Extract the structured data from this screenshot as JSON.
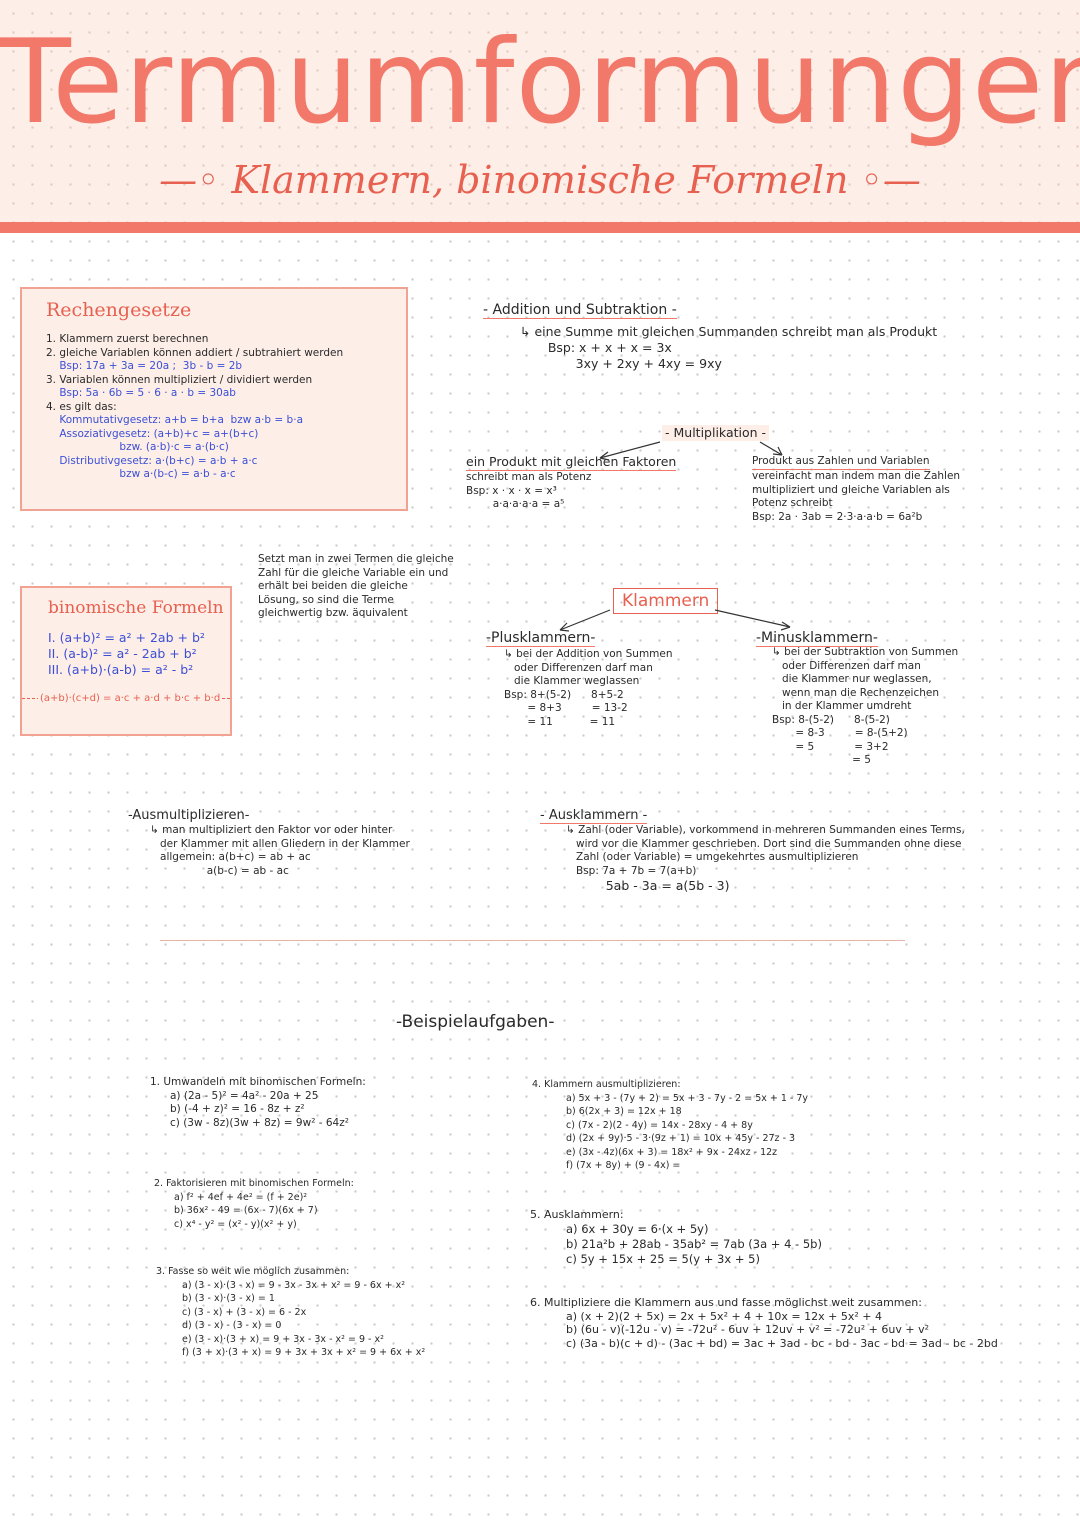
{
  "header": {
    "title": "Termumformungen",
    "subtitle": "—◦ Klammern, binomische Formeln ◦—"
  },
  "rechengesetze": {
    "title": "Rechengesetze",
    "lines": [
      "1. Klammern zuerst berechnen",
      "2. gleiche Variablen können addiert / subtrahiert werden",
      "    Bsp: 17a + 3a = 20a ;  3b - b = 2b",
      "3. Variablen können multipliziert / dividiert werden",
      "    Bsp: 5a · 6b = 5 · 6 · a · b = 30ab",
      "4. es gilt das:",
      "    Kommutativgesetz: a+b = b+a  bzw a·b = b·a",
      "    Assoziativgesetz: (a+b)+c = a+(b+c)",
      "                      bzw. (a·b)·c = a·(b·c)",
      "    Distributivgesetz: a·(b+c) = a·b + a·c",
      "                      bzw a·(b-c) = a·b - a·c"
    ]
  },
  "binomische": {
    "title": "binomische Formeln",
    "lines": [
      "I. (a+b)² = a² + 2ab + b²",
      "II. (a-b)² = a² - 2ab + b²",
      "III. (a+b)·(a-b) = a² - b²"
    ],
    "extra": "(a+b)·(c+d) = a·c + a·d + b·c + b·d"
  },
  "aequivalenz": {
    "lines": [
      "Setzt man in zwei Termen die gleiche",
      "Zahl für die gleiche Variable ein und",
      "erhält bei beiden die gleiche",
      "Lösung, so sind die Terme",
      "gleichwertig bzw. äquivalent"
    ]
  },
  "addition": {
    "heading": "- Addition und Subtraktion -",
    "lines": [
      "↳ eine Summe mit gleichen Summanden schreibt man als Produkt",
      "       Bsp: x + x + x = 3x",
      "              3xy + 2xy + 4xy = 9xy"
    ]
  },
  "multiplikation": {
    "heading": "- Multiplikation -",
    "left_heading": "ein Produkt mit gleichen Faktoren",
    "left_lines": [
      "schreibt man als Potenz",
      "Bsp: x · x · x = x³",
      "        a·a·a·a·a = a⁵"
    ],
    "right_heading": "Produkt aus Zahlen und Variablen",
    "right_lines": [
      "vereinfacht man indem man die Zahlen",
      "multipliziert und gleiche Variablen als",
      "Potenz schreibt",
      "Bsp: 2a · 3ab = 2·3·a·a·b = 6a²b"
    ]
  },
  "klammern": {
    "label": "Klammern",
    "plus_heading": "-Plusklammern-",
    "plus_lines": [
      "↳ bei der Addition von Summen",
      "   oder Differenzen darf man",
      "   die Klammer weglassen",
      "Bsp: 8+(5-2)      8+5-2",
      "       = 8+3         = 13-2",
      "       = 11           = 11"
    ],
    "minus_heading": "-Minusklammern-",
    "minus_lines": [
      "↳ bei der Subtraktion von Summen",
      "   oder Differenzen darf man",
      "   die Klammer nur weglassen,",
      "   wenn man die Rechenzeichen",
      "   in der Klammer umdreht",
      "Bsp: 8-(5-2)      8-(5-2)",
      "       = 8-3         = 8-(5+2)",
      "       = 5            = 3+2",
      "                        = 5"
    ]
  },
  "ausmultiplizieren": {
    "heading": "-Ausmultiplizieren-",
    "lines": [
      "↳ man multipliziert den Faktor vor oder hinter",
      "   der Klammer mit allen Gliedern in der Klammer",
      "   allgemein: a(b+c) = ab + ac",
      "                 a(b-c) = ab - ac"
    ]
  },
  "ausklammern": {
    "heading": "- Ausklammern -",
    "lines": [
      "↳ Zahl (oder Variable), vorkommend in mehreren Summanden eines Terms,",
      "   wird vor die Klammer geschrieben. Dort sind die Summanden ohne diese",
      "   Zahl (oder Variable) = umgekehrtes ausmultiplizieren",
      "   Bsp: 7a + 7b = 7(a+b)",
      "          5ab - 3a = a(5b - 3)"
    ]
  },
  "beispiel": {
    "heading": "-Beispielaufgaben-",
    "a1_title": "1. Umwandeln mit binomischen Formeln:",
    "a1": [
      "a) (2a - 5)² = 4a² - 20a + 25",
      "b) (-4 + z)² = 16 - 8z + z²",
      "c) (3w - 8z)(3w + 8z) = 9w² - 64z²"
    ],
    "a2_title": "2. Faktorisieren mit binomischen Formeln:",
    "a2": [
      "a) f² + 4ef + 4e² = (f + 2e)²",
      "b) 36x² - 49 = (6x - 7)(6x + 7)",
      "c) x⁴ - y² = (x² - y)(x² + y)"
    ],
    "a3_title": "3. Fasse so weit wie möglich zusammen:",
    "a3": [
      "a) (3 - x)·(3 - x) = 9 - 3x - 3x + x² = 9 - 6x + x²",
      "b) (3 - x)·(3 - x) = 1",
      "c) (3 - x) + (3 - x) = 6 - 2x",
      "d) (3 - x) - (3 - x) = 0",
      "e) (3 - x)·(3 + x) = 9 + 3x - 3x - x² = 9 - x²",
      "f) (3 + x)·(3 + x) = 9 + 3x + 3x + x² = 9 + 6x + x²"
    ],
    "a4_title": "4. Klammern ausmultiplizieren:",
    "a4": [
      "a) 5x + 3 - (7y + 2) = 5x + 3 - 7y - 2 = 5x + 1 - 7y",
      "b) 6(2x + 3) = 12x + 18",
      "c) (7x - 2)(2 - 4y) = 14x - 28xy - 4 + 8y",
      "d) (2x + 9y)·5 - 3·(9z + 1) = 10x + 45y - 27z - 3",
      "e) (3x - 4z)(6x + 3) = 18x² + 9x - 24xz - 12z",
      "f) (7x + 8y) + (9 - 4x) ="
    ],
    "a5_title": "5. Ausklammern:",
    "a5": [
      "a) 6x + 30y = 6·(x + 5y)",
      "b) 21a²b + 28ab - 35ab² = 7ab (3a + 4 - 5b)",
      "c) 5y + 15x + 25 = 5(y + 3x + 5)"
    ],
    "a6_title": "6. Multipliziere die Klammern aus und fasse möglichst weit zusammen:",
    "a6": [
      "a) (x + 2)(2 + 5x) = 2x + 5x² + 4 + 10x = 12x + 5x² + 4",
      "b) (6u - v)(-12u - v) = -72u² - 6uv + 12uv + v² = -72u² + 6uv + v²",
      "c) (3a - b)(c + d) - (3ac + bd) = 3ac + 3ad - bc - bd - 3ac - bd = 3ad - bc - 2bd"
    ]
  }
}
